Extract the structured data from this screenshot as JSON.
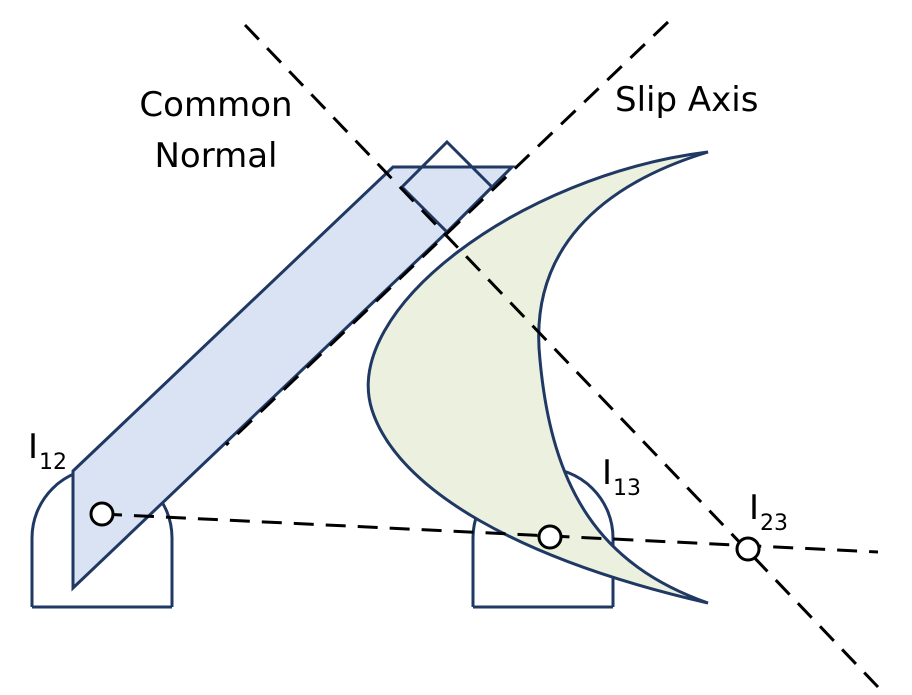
{
  "labels": {
    "common_normal_line1": "Common",
    "common_normal_line2": "Normal",
    "slip_axis": "Slip Axis",
    "i12_main": "I",
    "i12_sub": "12",
    "i13_main": "I",
    "i13_sub": "13",
    "i23_main": "I",
    "i23_sub": "23"
  },
  "colors": {
    "link_fill": "#dae3f3",
    "cam_fill": "#ebf1de",
    "outline": "#203864",
    "line": "#000000",
    "background": "#ffffff"
  }
}
